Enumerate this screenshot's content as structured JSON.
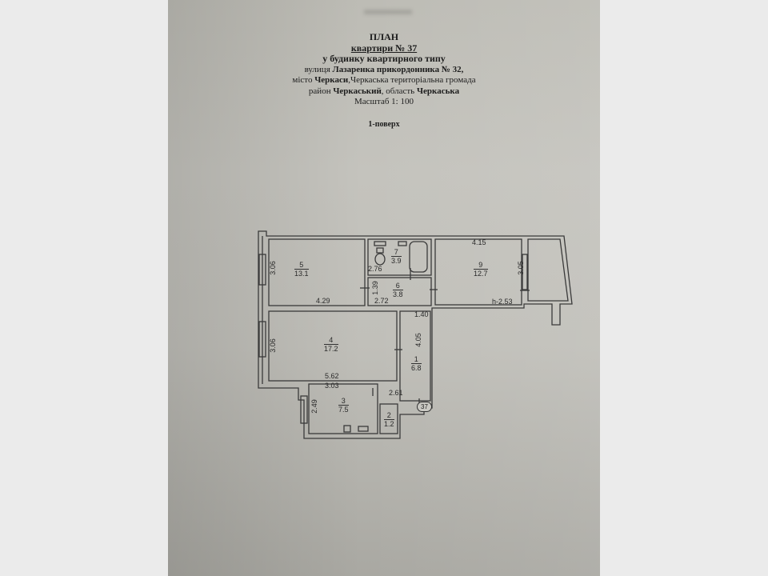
{
  "document": {
    "title": "ПЛАН",
    "apartment_label": "квартири № ",
    "apartment_number": "37",
    "building_type": "у будинку квартирного типу",
    "street_prefix": "вулиця ",
    "street_name": "Лазаренка прикордонника № 32,",
    "city_prefix": "місто ",
    "city_name": "Черкаси",
    "community": ",Черкаська територіальна  громада",
    "district_prefix": "район ",
    "district_name": "Черкаський",
    "region_prefix": ", область ",
    "region_name": "Черкаська",
    "scale": "Масштаб 1: 100",
    "floor": "1-поверх"
  },
  "plan": {
    "apartment_badge": "37",
    "rooms": [
      {
        "id": "1",
        "number": "1",
        "area": "6.8"
      },
      {
        "id": "2",
        "number": "2",
        "area": "1.2"
      },
      {
        "id": "3",
        "number": "3",
        "area": "7.5"
      },
      {
        "id": "4",
        "number": "4",
        "area": "17.2"
      },
      {
        "id": "5",
        "number": "5",
        "area": "13.1"
      },
      {
        "id": "6",
        "number": "6",
        "area": "3.8"
      },
      {
        "id": "7",
        "number": "7",
        "area": "3.9"
      },
      {
        "id": "9",
        "number": "9",
        "area": "12.7"
      }
    ],
    "dimensions": {
      "room5_height": "3.06",
      "room5_width": "4.29",
      "room7_width": "2.76",
      "room6_height": "1.39",
      "room6_width": "2.72",
      "room9_width": "4.15",
      "room9_height": "3.05",
      "ceiling_height": "h-2.53",
      "corridor_width": "1.40",
      "room4_height": "3.06",
      "room4_width": "5.62",
      "room1_height": "4.05",
      "room3_width": "3.03",
      "room3_height": "2.49",
      "passage_width": "2.61"
    }
  },
  "colors": {
    "paper": "#c2c1bb",
    "ink": "#1d1d1d",
    "lines": "#3a3a3a",
    "background": "#ebebeb"
  }
}
